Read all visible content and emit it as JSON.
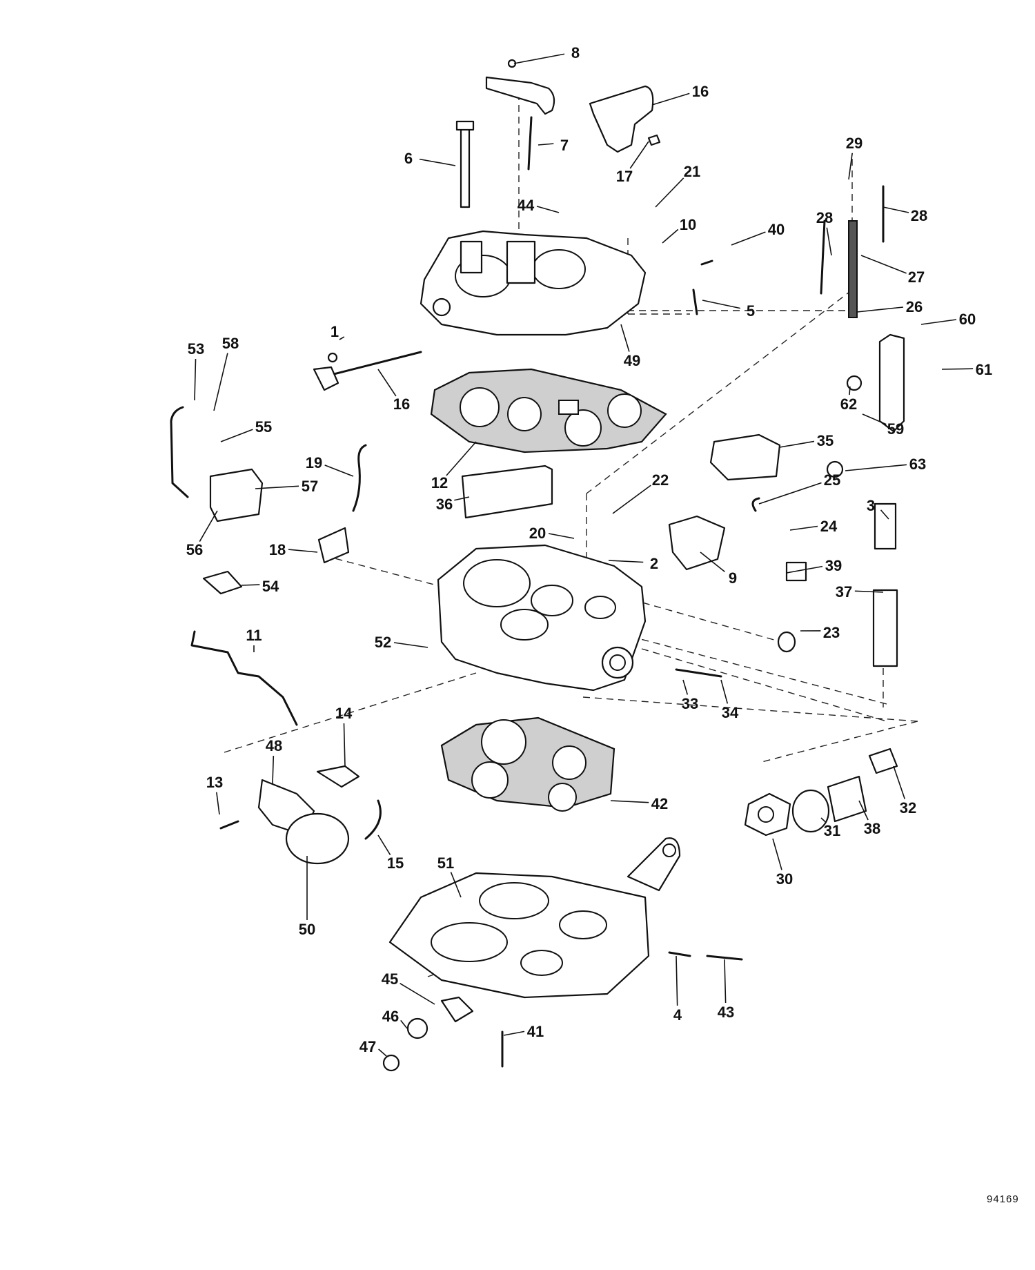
{
  "figure": {
    "code": "94169",
    "callouts": [
      "1",
      "2",
      "3",
      "4",
      "5",
      "6",
      "7",
      "8",
      "9",
      "10",
      "11",
      "12",
      "13",
      "14",
      "15",
      "16",
      "16",
      "17",
      "18",
      "19",
      "20",
      "21",
      "22",
      "23",
      "24",
      "25",
      "26",
      "27",
      "28",
      "28",
      "29",
      "30",
      "31",
      "32",
      "33",
      "34",
      "35",
      "36",
      "37",
      "38",
      "39",
      "40",
      "41",
      "42",
      "43",
      "44",
      "45",
      "46",
      "47",
      "48",
      "49",
      "50",
      "51",
      "52",
      "53",
      "54",
      "55",
      "56",
      "57",
      "58",
      "59",
      "60",
      "61",
      "62",
      "63"
    ]
  }
}
